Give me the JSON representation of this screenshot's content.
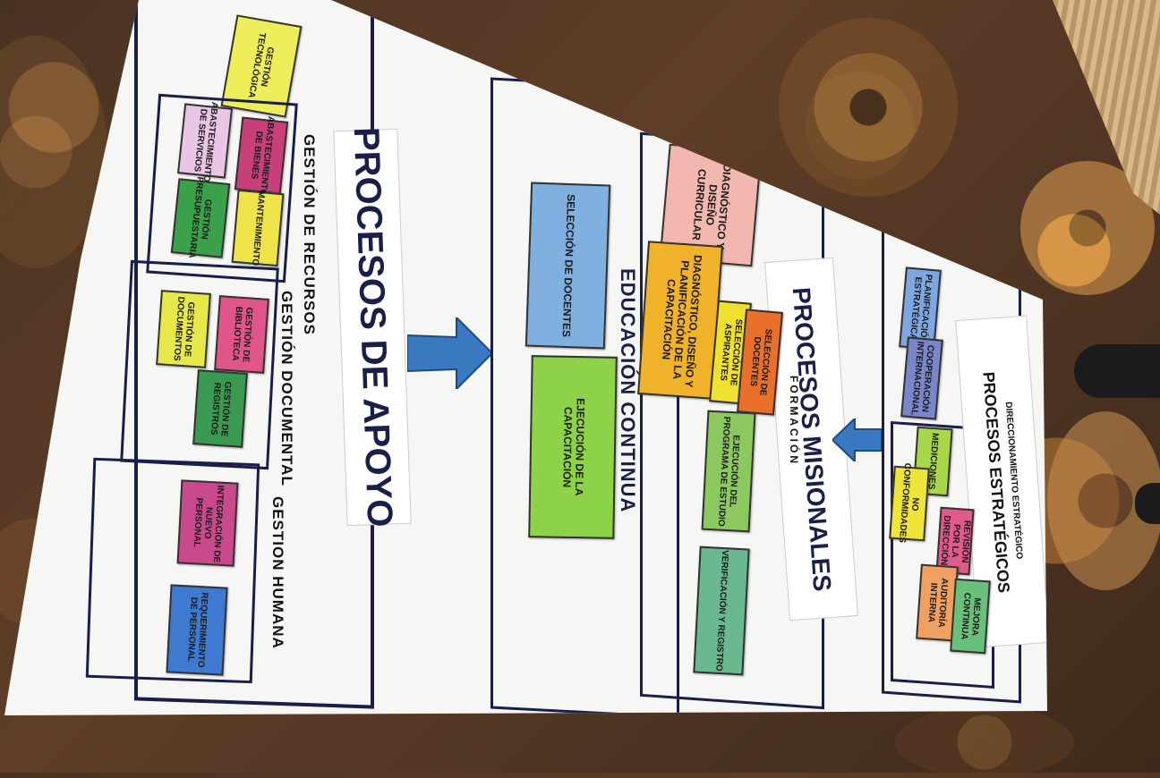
{
  "board": {
    "apoyo_title": "PROCESOS DE APOYO",
    "misionales_title": "PROCESOS MISIONALES",
    "formacion": "FORMACIÓN",
    "estrategicos_title": "PROCESOS ESTRATÉGICOS",
    "direccionamiento": "DIRECCIONAMIENTO ESTRATÉGICO",
    "educacion_continua": "EDUCACIÓN CONTINUA"
  },
  "apoyo": {
    "gestion_tecnologica": "GESTIÓN TECNOLÓGICA",
    "recursos_label": "GESTIÓN DE RECURSOS",
    "documental_label": "GESTIÓN DOCUMENTAL",
    "humana_label": "GESTION HUMANA",
    "recursos_cards": [
      {
        "text": "ABASTECIMIENTO DE SERVICIOS",
        "color": "#e9c6e6"
      },
      {
        "text": "ABASTECIMIENTO DE BIENES",
        "color": "#c8407a"
      },
      {
        "text": "GESTIÓN PRESUPUESTARIA",
        "color": "#3aa04a"
      },
      {
        "text": "MANTENIMIENTO",
        "color": "#eee44a"
      }
    ],
    "documental_cards": [
      {
        "text": "GESTIÓN DE DOCUMENTOS",
        "color": "#e6e84a"
      },
      {
        "text": "GESTIÓN DE BIBLIOTECA",
        "color": "#e0568a"
      },
      {
        "text": "GESTIÓN DE REGISTROS",
        "color": "#3b9a52"
      }
    ],
    "humana_cards": [
      {
        "text": "INTEGRACIÓN DE NUEVO PERSONAL",
        "color": "#c84a8c"
      },
      {
        "text": "REQUERIMIENTO DE PERSONAL",
        "color": "#3f7ad0"
      }
    ]
  },
  "educacion": {
    "cards": [
      {
        "text": "SELECCIÓN DE DOCENTES",
        "color": "#7fb0e0"
      },
      {
        "text": "EJECUCIÓN DE LA CAPACITACIÓN",
        "color": "#8ed24a"
      }
    ]
  },
  "formacion": {
    "cards": [
      {
        "text": "DIAGNÓSTICO Y DISEÑO CURRICULAR",
        "color": "#f2b8b0"
      },
      {
        "text": "DIAGNÓSTICO, DISEÑO Y PLANIFICACIÓN DE LA CAPACITACIÓN",
        "color": "#f0b22a"
      },
      {
        "text": "SELECCIÓN DE ASPIRANTES",
        "color": "#f0e030"
      },
      {
        "text": "SELECCIÓN DE DOCENTES",
        "color": "#e8702a"
      },
      {
        "text": "EJECUCIÓN DEL PROGRAMA DE ESTUDIO",
        "color": "#8cc860"
      },
      {
        "text": "VERIFICACIÓN Y REGISTRO",
        "color": "#6ab890"
      }
    ]
  },
  "estrategicos": {
    "cards": [
      {
        "text": "PLANIFICACIÓN ESTRATÉGICA",
        "color": "#7ea6e0"
      },
      {
        "text": "COOPERACIÓN INTERNACIONAL",
        "color": "#7a86c8"
      },
      {
        "text": "MEDICIONES",
        "color": "#a8d84a"
      },
      {
        "text": "NO CONFORMIDADES",
        "color": "#eee43a"
      },
      {
        "text": "REVISIÓN POR LA DIRECCIÓN",
        "color": "#e05a8c"
      },
      {
        "text": "AUDITORÍA INTERNA",
        "color": "#f0a060"
      },
      {
        "text": "MEJORA CONTINUA",
        "color": "#6ac07a"
      }
    ]
  },
  "colors": {
    "border": "#1a1f4a",
    "arrow": "#3a78c0"
  }
}
